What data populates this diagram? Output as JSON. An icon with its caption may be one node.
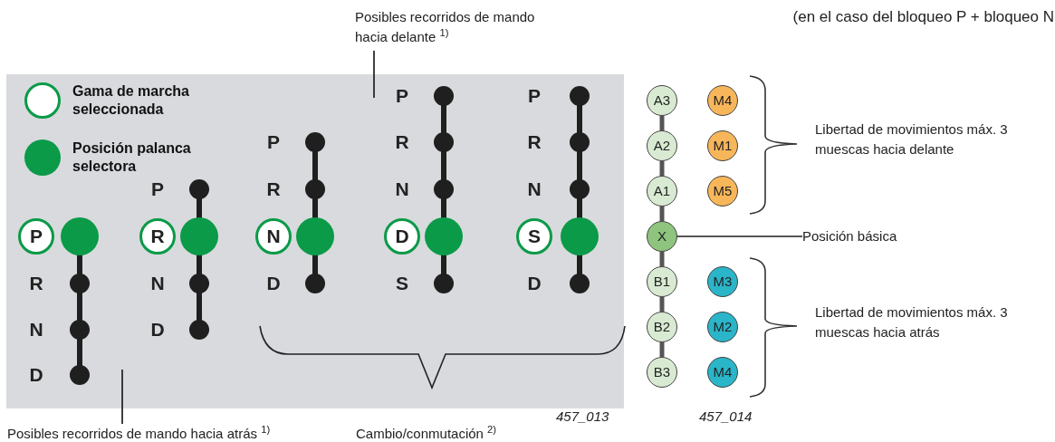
{
  "diagram": {
    "nodes": [
      {
        "text": [
          "Posibles recorridos de mando hacia delante $^{1)}$"
        ]
      },
      {
        "text": [
          "Posibles recorridos de mando hacia atrás $^{1)}$"
        ]
      },
      {
        "text": [
          "P"
        ]
      },
      {
        "text": [
          "R"
        ]
      },
      {
        "text": [
          "N"
        ]
      },
      {
        "text": [
          "D"
        ]
      },
      {
        "text": [
          "S"
        ]
      },
      {
        "text": [
          "A3"
        ]
      },
      {
        "text": [
          "M4"
        ]
      },
      {
        "text": [
          "A2"
        ]
      },
      {
        "text": [
          "M1"
        ]
      },
      {
        "text": [
          "A1"
        ]
      },
      {
        "text": [
          "M5"
        ]
      },
      {
        "text": [
          "X"
        ]
      },
      {
        "text": [
          "B1"
        ]
      },
      {
        "text": [
          "M3"
        ]
      },
      {
        "text": [
          "B2"
        ]
      },
      {
        "text": [
          "M2"
        ]
      },
      {
        "text": [
          "B3"
        ]
      },
      {
        "text": [
          "M4"
        ]
      },
      {
        "text": [
          "Posición básica"
        ]
      }
    ],
    "edges": [
      {
        "from": 0,
        "to": null,
        "arrow": "none"
      },
      {
        "from": 1,
        "to": null,
        "arrow": "none"
      },
      {
        "from": 7,
        "to": 9,
        "arrow": "none"
      },
      {
        "from": 9,
        "to": 11,
        "arrow": "none"
      },
      {
        "from": 11,
        "to": 13,
        "arrow": "none"
      },
      {
        "from": 13,
        "to": 14,
        "arrow": "none"
      },
      {
        "from": 14,
        "to": 16,
        "arrow": "none"
      },
      {
        "from": 16,
        "to": 18,
        "arrow": "none"
      },
      {
        "from": 13,
        "to": 20,
        "arrow": "none"
      }
    ],
    "labels": [
      "R",
      "N",
      "D",
      "P",
      "N",
      "D",
      "P",
      "R",
      "D",
      "P",
      "R",
      "N",
      "S",
      "P",
      "R",
      "N",
      "D",
      "Cambio/conmutación $^{2)}$",
      "457_013",
      "457_014",
      "Libertad de movimientos máx. 3 muescas hacia delante",
      "Libertad de movimientos máx. 3 muescas hacia atrás",
      "(en el caso del bloqueo P + bloqueo N"
    ],
    "legend": [
      {
        "text": "Gama de marcha seleccionada"
      },
      {
        "text": "Posición palanca selectora",
        "color": "#0a9a48"
      }
    ]
  }
}
